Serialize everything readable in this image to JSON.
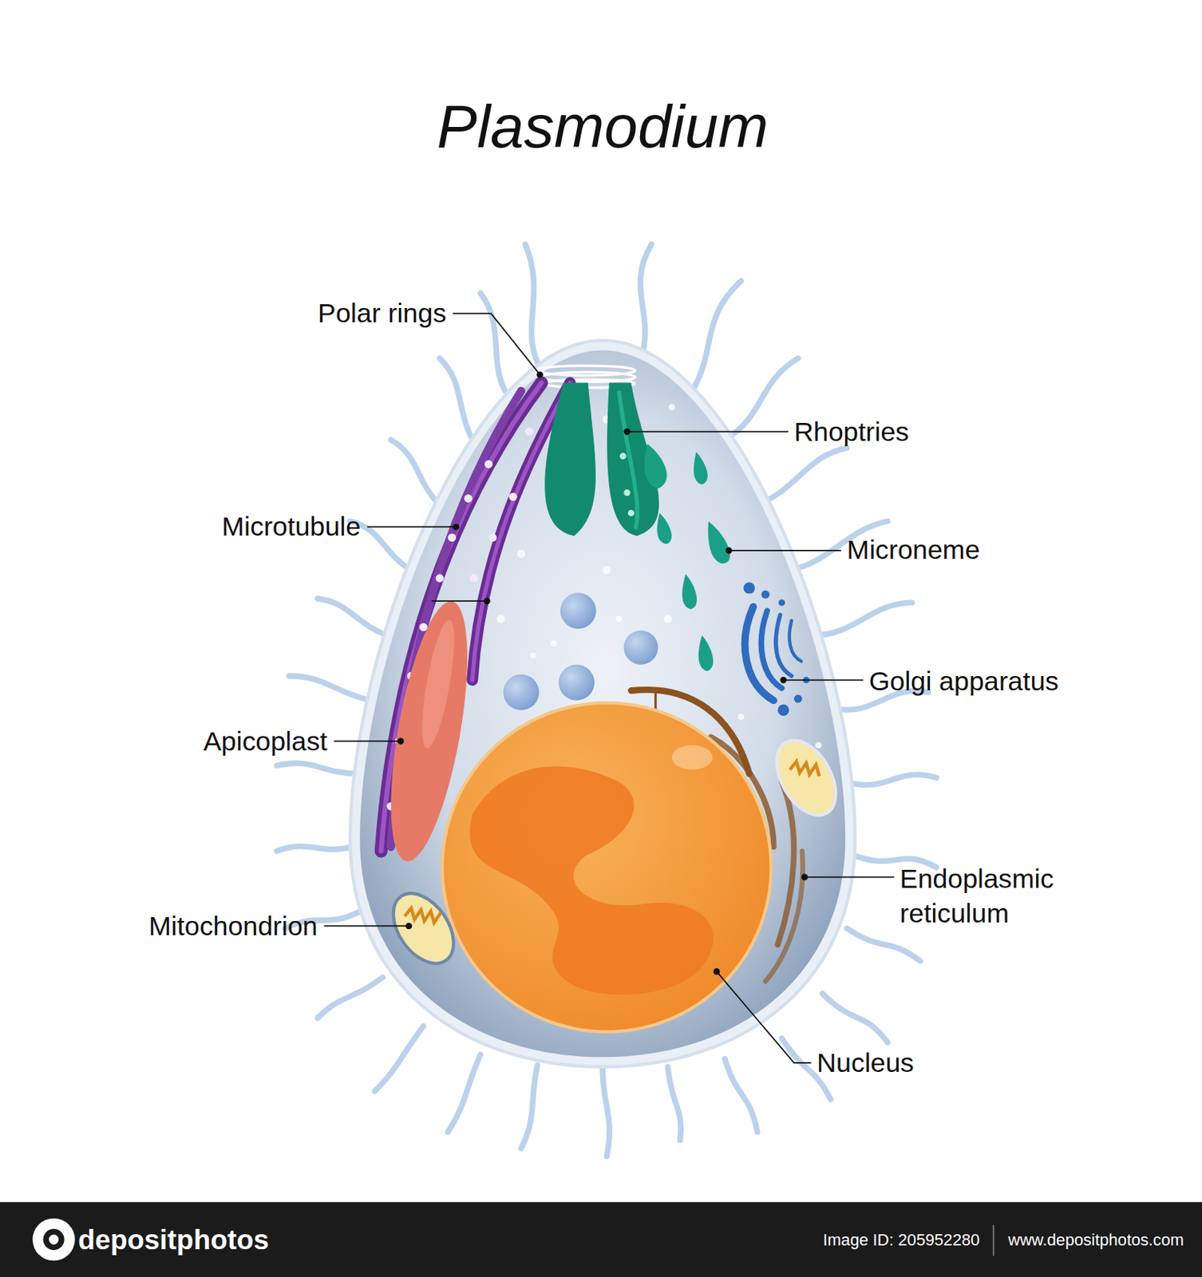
{
  "diagram": {
    "title": "Plasmodium",
    "labels": [
      "Polar rings",
      "Rhoptries",
      "Microtubule",
      "Microneme",
      "Golgi apparatus",
      "Apicoplast",
      "Endoplasmic reticulum",
      "Mitochondrion",
      "Nucleus",
      "depositphotos",
      "Image ID: 205952280",
      "www.depositphotos.com"
    ]
  }
}
